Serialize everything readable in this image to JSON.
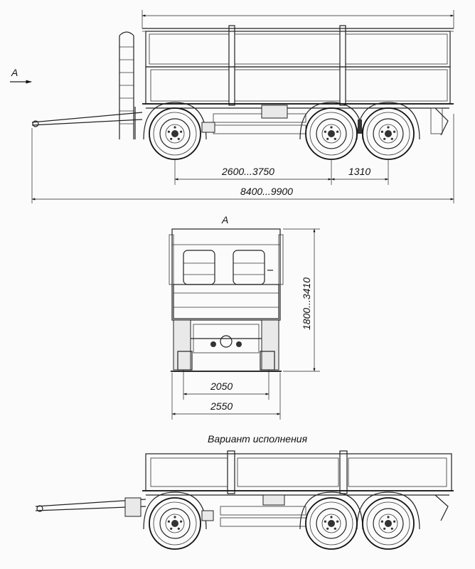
{
  "view_marker": "A",
  "side_view": {
    "dim_wheelbase": "2600...3750",
    "dim_axle_spacing": "1310",
    "dim_overall_length": "8400...9900"
  },
  "rear_view": {
    "title": "A",
    "dim_height": "1800...3410",
    "dim_track": "2050",
    "dim_width": "2550"
  },
  "variant": {
    "caption": "Вариант исполнения"
  }
}
